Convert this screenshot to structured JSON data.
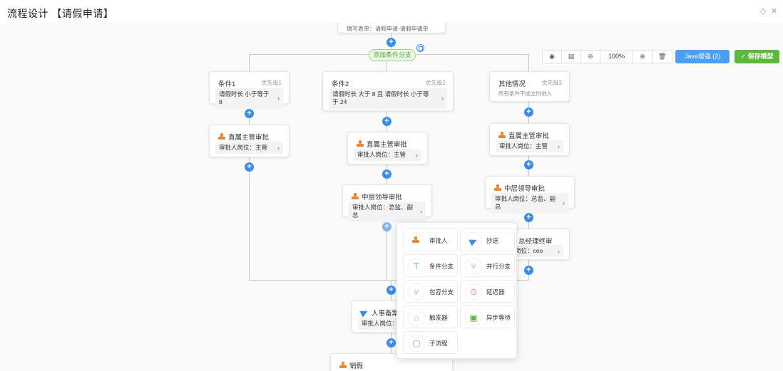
{
  "window": {
    "title": "流程设计 【请假申请】",
    "minimize_icon": "◇",
    "close_icon": "✕"
  },
  "top_node": {
    "text": "填写表单：请假申请-请假申请单"
  },
  "add_branch_label": "添加条件分支",
  "toolbar": {
    "preview_icon": "◉",
    "grid_icon": "▤",
    "zoom_out_icon": "⊖",
    "zoom_level": "100%",
    "zoom_in_icon": "⊕",
    "delete_icon": "🗑",
    "java_label": "Java增强 (2)",
    "save_label": "保存模型"
  },
  "branches": [
    {
      "name": "条件1",
      "priority": "优先级1",
      "condition": "请假时长 小于等于 8"
    },
    {
      "name": "条件2",
      "priority": "优先级2",
      "condition": "请假时长 大于 8 且 请假时长 小于等于 24"
    },
    {
      "name": "其他情况",
      "priority": "优先级3",
      "note": "所有条件不成立时进入"
    }
  ],
  "nodes": {
    "b1_direct": {
      "title": "直属主管审批",
      "detail": "审批人岗位：主管"
    },
    "b2_direct": {
      "title": "直属主管审批",
      "detail": "审批人岗位：主管"
    },
    "b2_middle": {
      "title": "中层领导审批",
      "detail": "审批人岗位：总监、副总"
    },
    "b3_direct": {
      "title": "直属主管审批",
      "detail": "审批人岗位：主管"
    },
    "b3_middle": {
      "title": "中层领导审批",
      "detail": "审批人岗位：总监、副总"
    },
    "b3_gm": {
      "title": "总经理终审",
      "detail": "岗位：ceo"
    },
    "hr": {
      "title": "人事备案",
      "detail": "审批人岗位：人"
    },
    "cancel": {
      "title": "销假"
    }
  },
  "popup": [
    {
      "label": "审批人",
      "icon": "approver-icon"
    },
    {
      "label": "抄送",
      "icon": "send-icon"
    },
    {
      "label": "条件分支",
      "icon": "branch-icon"
    },
    {
      "label": "并行分支",
      "icon": "parallel-icon"
    },
    {
      "label": "包容分支",
      "icon": "inclusive-icon"
    },
    {
      "label": "延迟器",
      "icon": "timer-icon"
    },
    {
      "label": "触发器",
      "icon": "trigger-icon"
    },
    {
      "label": "异步等待",
      "icon": "async-wait-icon"
    },
    {
      "label": "子流程",
      "icon": "subprocess-icon"
    }
  ],
  "colors": {
    "primary": "#3a8ee6",
    "success": "#5cb83c",
    "approver": "#e8883a"
  }
}
